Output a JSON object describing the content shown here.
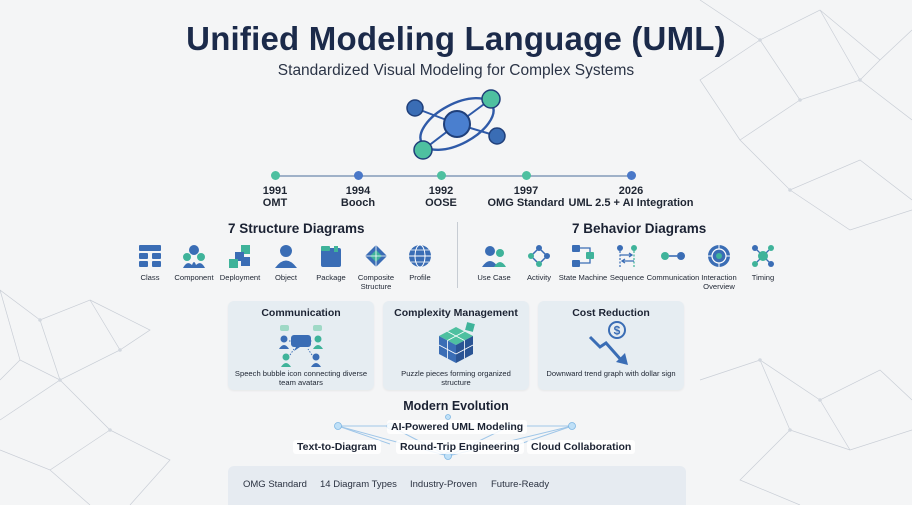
{
  "header": {
    "title": "Unified Modeling Language (UML)",
    "subtitle": "Standardized Visual Modeling for Complex Systems"
  },
  "colors": {
    "teal": "#4ec0a0",
    "blue": "#4a78c8",
    "navy": "#1b2a4a",
    "icon_blue": "#3a6db5",
    "icon_teal": "#3fb39a"
  },
  "timeline": [
    {
      "year": "1991",
      "label": "OMT",
      "color": "#4ec0a0"
    },
    {
      "year": "1994",
      "label": "Booch",
      "color": "#4a78c8"
    },
    {
      "year": "1992",
      "label": "OOSE",
      "color": "#4ec0a0"
    },
    {
      "year": "1997",
      "label": "OMG Standard",
      "color": "#4ec0a0"
    },
    {
      "year": "2026",
      "label": "UML 2.5 + AI Integration",
      "color": "#4a78c8"
    }
  ],
  "structure": {
    "heading": "7 Structure Diagrams",
    "items": [
      {
        "label": "Class",
        "icon": "class-icon"
      },
      {
        "label": "Component",
        "icon": "component-icon"
      },
      {
        "label": "Deployment",
        "icon": "deployment-icon"
      },
      {
        "label": "Object",
        "icon": "object-icon"
      },
      {
        "label": "Package",
        "icon": "package-icon"
      },
      {
        "label": "Composite Structure",
        "icon": "composite-structure-icon"
      },
      {
        "label": "Profile",
        "icon": "profile-icon"
      }
    ]
  },
  "behavior": {
    "heading": "7 Behavior Diagrams",
    "items": [
      {
        "label": "Use Case",
        "icon": "use-case-icon"
      },
      {
        "label": "Activity",
        "icon": "activity-icon"
      },
      {
        "label": "State Machine",
        "icon": "state-machine-icon"
      },
      {
        "label": "Sequence",
        "icon": "sequence-icon"
      },
      {
        "label": "Communication",
        "icon": "communication-icon"
      },
      {
        "label": "Interaction Overview",
        "icon": "interaction-overview-icon"
      },
      {
        "label": "Timing",
        "icon": "timing-icon"
      }
    ]
  },
  "benefits": [
    {
      "title": "Communication",
      "desc": "Speech bubble icon connecting diverse team avatars",
      "icon": "team-chat-icon"
    },
    {
      "title": "Complexity Management",
      "desc": "Puzzle pieces forming organized structure",
      "icon": "puzzle-cube-icon"
    },
    {
      "title": "Cost Reduction",
      "desc": "Downward trend graph with dollar sign",
      "icon": "downtrend-dollar-icon"
    }
  ],
  "evolution": {
    "heading": "Modern Evolution",
    "center": "AI-Powered UML Modeling",
    "left": "Text-to-Diagram",
    "middle": "Round-Trip Engineering",
    "right": "Cloud Collaboration"
  },
  "footer": {
    "tags": [
      "OMG Standard",
      "14 Diagram Types",
      "Industry-Proven",
      "Future-Ready"
    ]
  }
}
